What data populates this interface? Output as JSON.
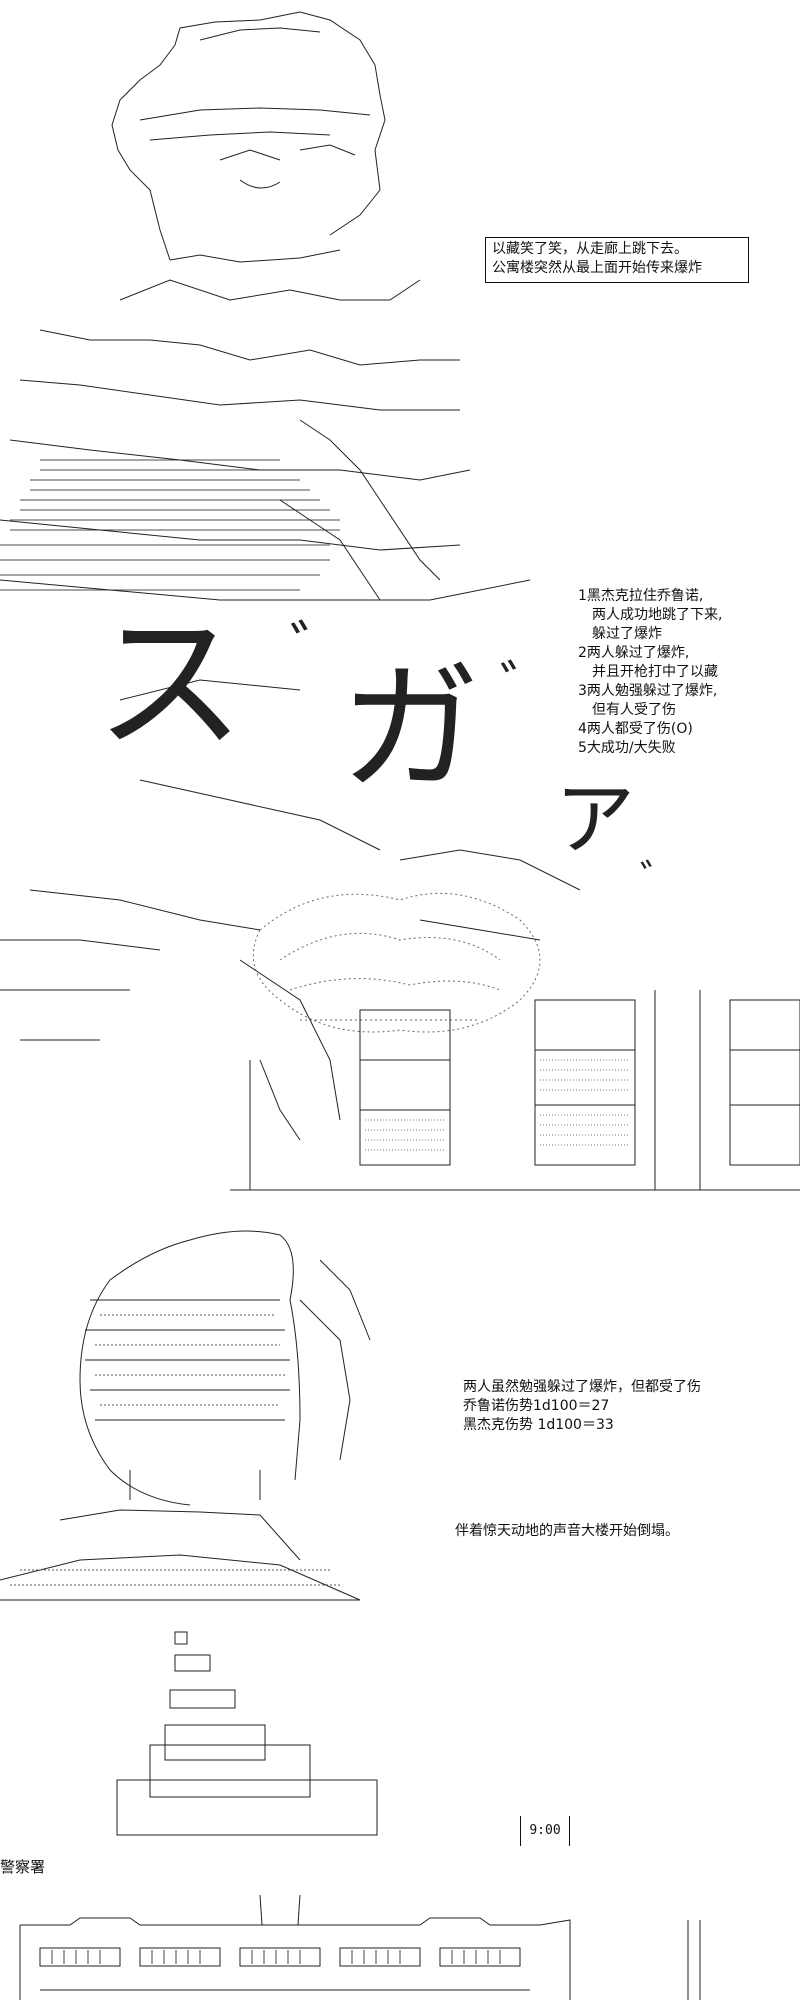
{
  "caption": {
    "line1": "以藏笑了笑，从走廊上跳下去。",
    "line2": "公寓楼突然从最上面开始传来爆炸"
  },
  "options": [
    "1黑杰克拉住乔鲁诺,",
    "两人成功地跳了下来,",
    "躲过了爆炸",
    "2两人躲过了爆炸,",
    "并且开枪打中了以藏",
    "3两人勉强躲过了爆炸,",
    "但有人受了伤",
    "4两人都受了伤(O)",
    "5大成功/大失败"
  ],
  "result": {
    "line1": "两人虽然勉强躲过了爆炸，但都受了伤",
    "line2": "乔鲁诺伤势1d100＝27",
    "line3": "黑杰克伤势 1d100＝33"
  },
  "collapse_text": "伴着惊天动地的声音大楼开始倒塌。",
  "sfx": {
    "char1": "ス",
    "char2": "ガ",
    "char3": "ア",
    "marks1": "゛",
    "marks2": "゛",
    "marks3": "゛"
  },
  "clock": "9:00",
  "location": "警察署"
}
